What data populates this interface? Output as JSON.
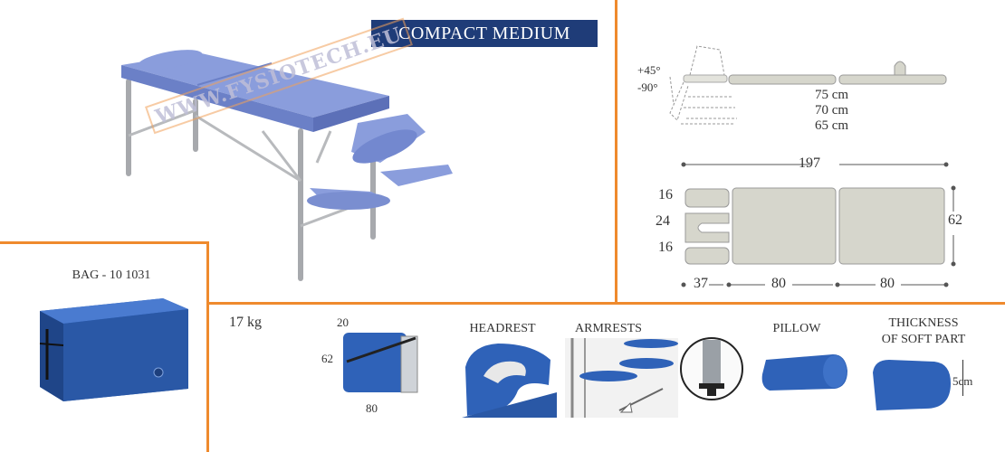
{
  "title": "COMPACT MEDIUM",
  "watermark": "WWW.FYSIOTECH.EU",
  "bag": {
    "label": "BAG - 10 1031"
  },
  "weight": "17 kg",
  "profile": {
    "angle_up": "+45°",
    "angle_down": "-90°",
    "heights": [
      "75 cm",
      "70 cm",
      "65 cm"
    ]
  },
  "top_view": {
    "total_length": "197",
    "head_segment_heights": [
      "16",
      "24",
      "16"
    ],
    "width": "62",
    "segment_lengths": [
      "37",
      "80",
      "80"
    ]
  },
  "folded": {
    "depth": "20",
    "height": "62",
    "length": "80"
  },
  "accessories": {
    "headrest": "HEADREST",
    "armrests": "ARMRESTS",
    "pillow": "PILLOW",
    "thickness_line1": "THICKNESS",
    "thickness_line2": "OF SOFT PART",
    "thickness_value": "5cm"
  },
  "colors": {
    "accent_orange": "#ef8a2d",
    "banner_navy": "#1f3c78",
    "table_blue": "#7a8ed0",
    "bag_blue": "#2f62b8"
  }
}
